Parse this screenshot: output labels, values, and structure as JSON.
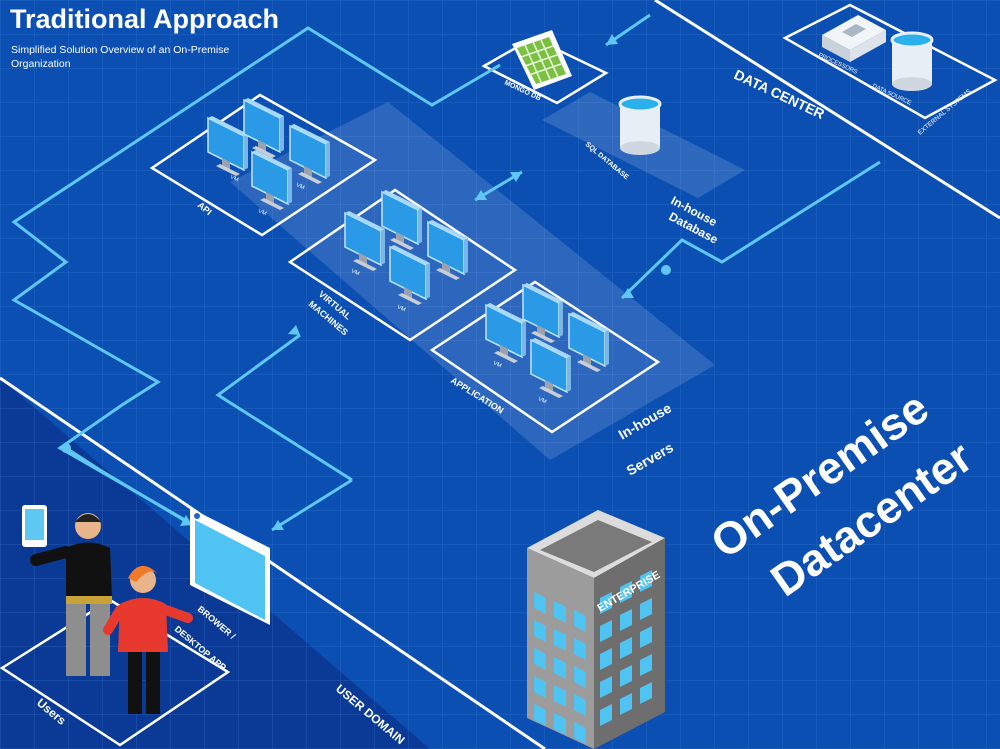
{
  "header": {
    "title": "Traditional Approach",
    "subtitle": "Simplified Solution Overview of an On-Premise Organization"
  },
  "zones": {
    "data_center": "DATA CENTER",
    "user_domain": "USER DOMAIN",
    "external_systems": "EXTERNAL SYSTEMS",
    "main_title_line1": "On-Premise",
    "main_title_line2": "Datacenter"
  },
  "components": {
    "processors": "PROCESSORS",
    "data_source": "DATA SOURCE",
    "mongo_db": "MONGO DB",
    "sql_database": "SQL DATABASE",
    "inhouse_database_line1": "In-house",
    "inhouse_database_line2": "Database",
    "api": "API",
    "virtual_machines_line1": "VIRTUAL",
    "virtual_machines_line2": "MACHINES",
    "application": "APPLICATION",
    "inhouse_servers_line1": "In-house",
    "inhouse_servers_line2": "Servers",
    "vm": "VM",
    "browser_line1": "BROWER /",
    "browser_line2": "DESKTOP APP",
    "enterprise": "ENTERPRISE",
    "users": "Users"
  },
  "colors": {
    "background": "#0b4fb3",
    "user_zone": "#0a3a95",
    "grid_line": "#3f7fd6",
    "accent": "#5ec8f3",
    "white": "#ffffff",
    "monitor_screen": "#2a9ae6",
    "building": "#8d8d8d",
    "person_shirt": "#111111",
    "person_red": "#e8392e",
    "mongo_green": "#7bc043"
  }
}
